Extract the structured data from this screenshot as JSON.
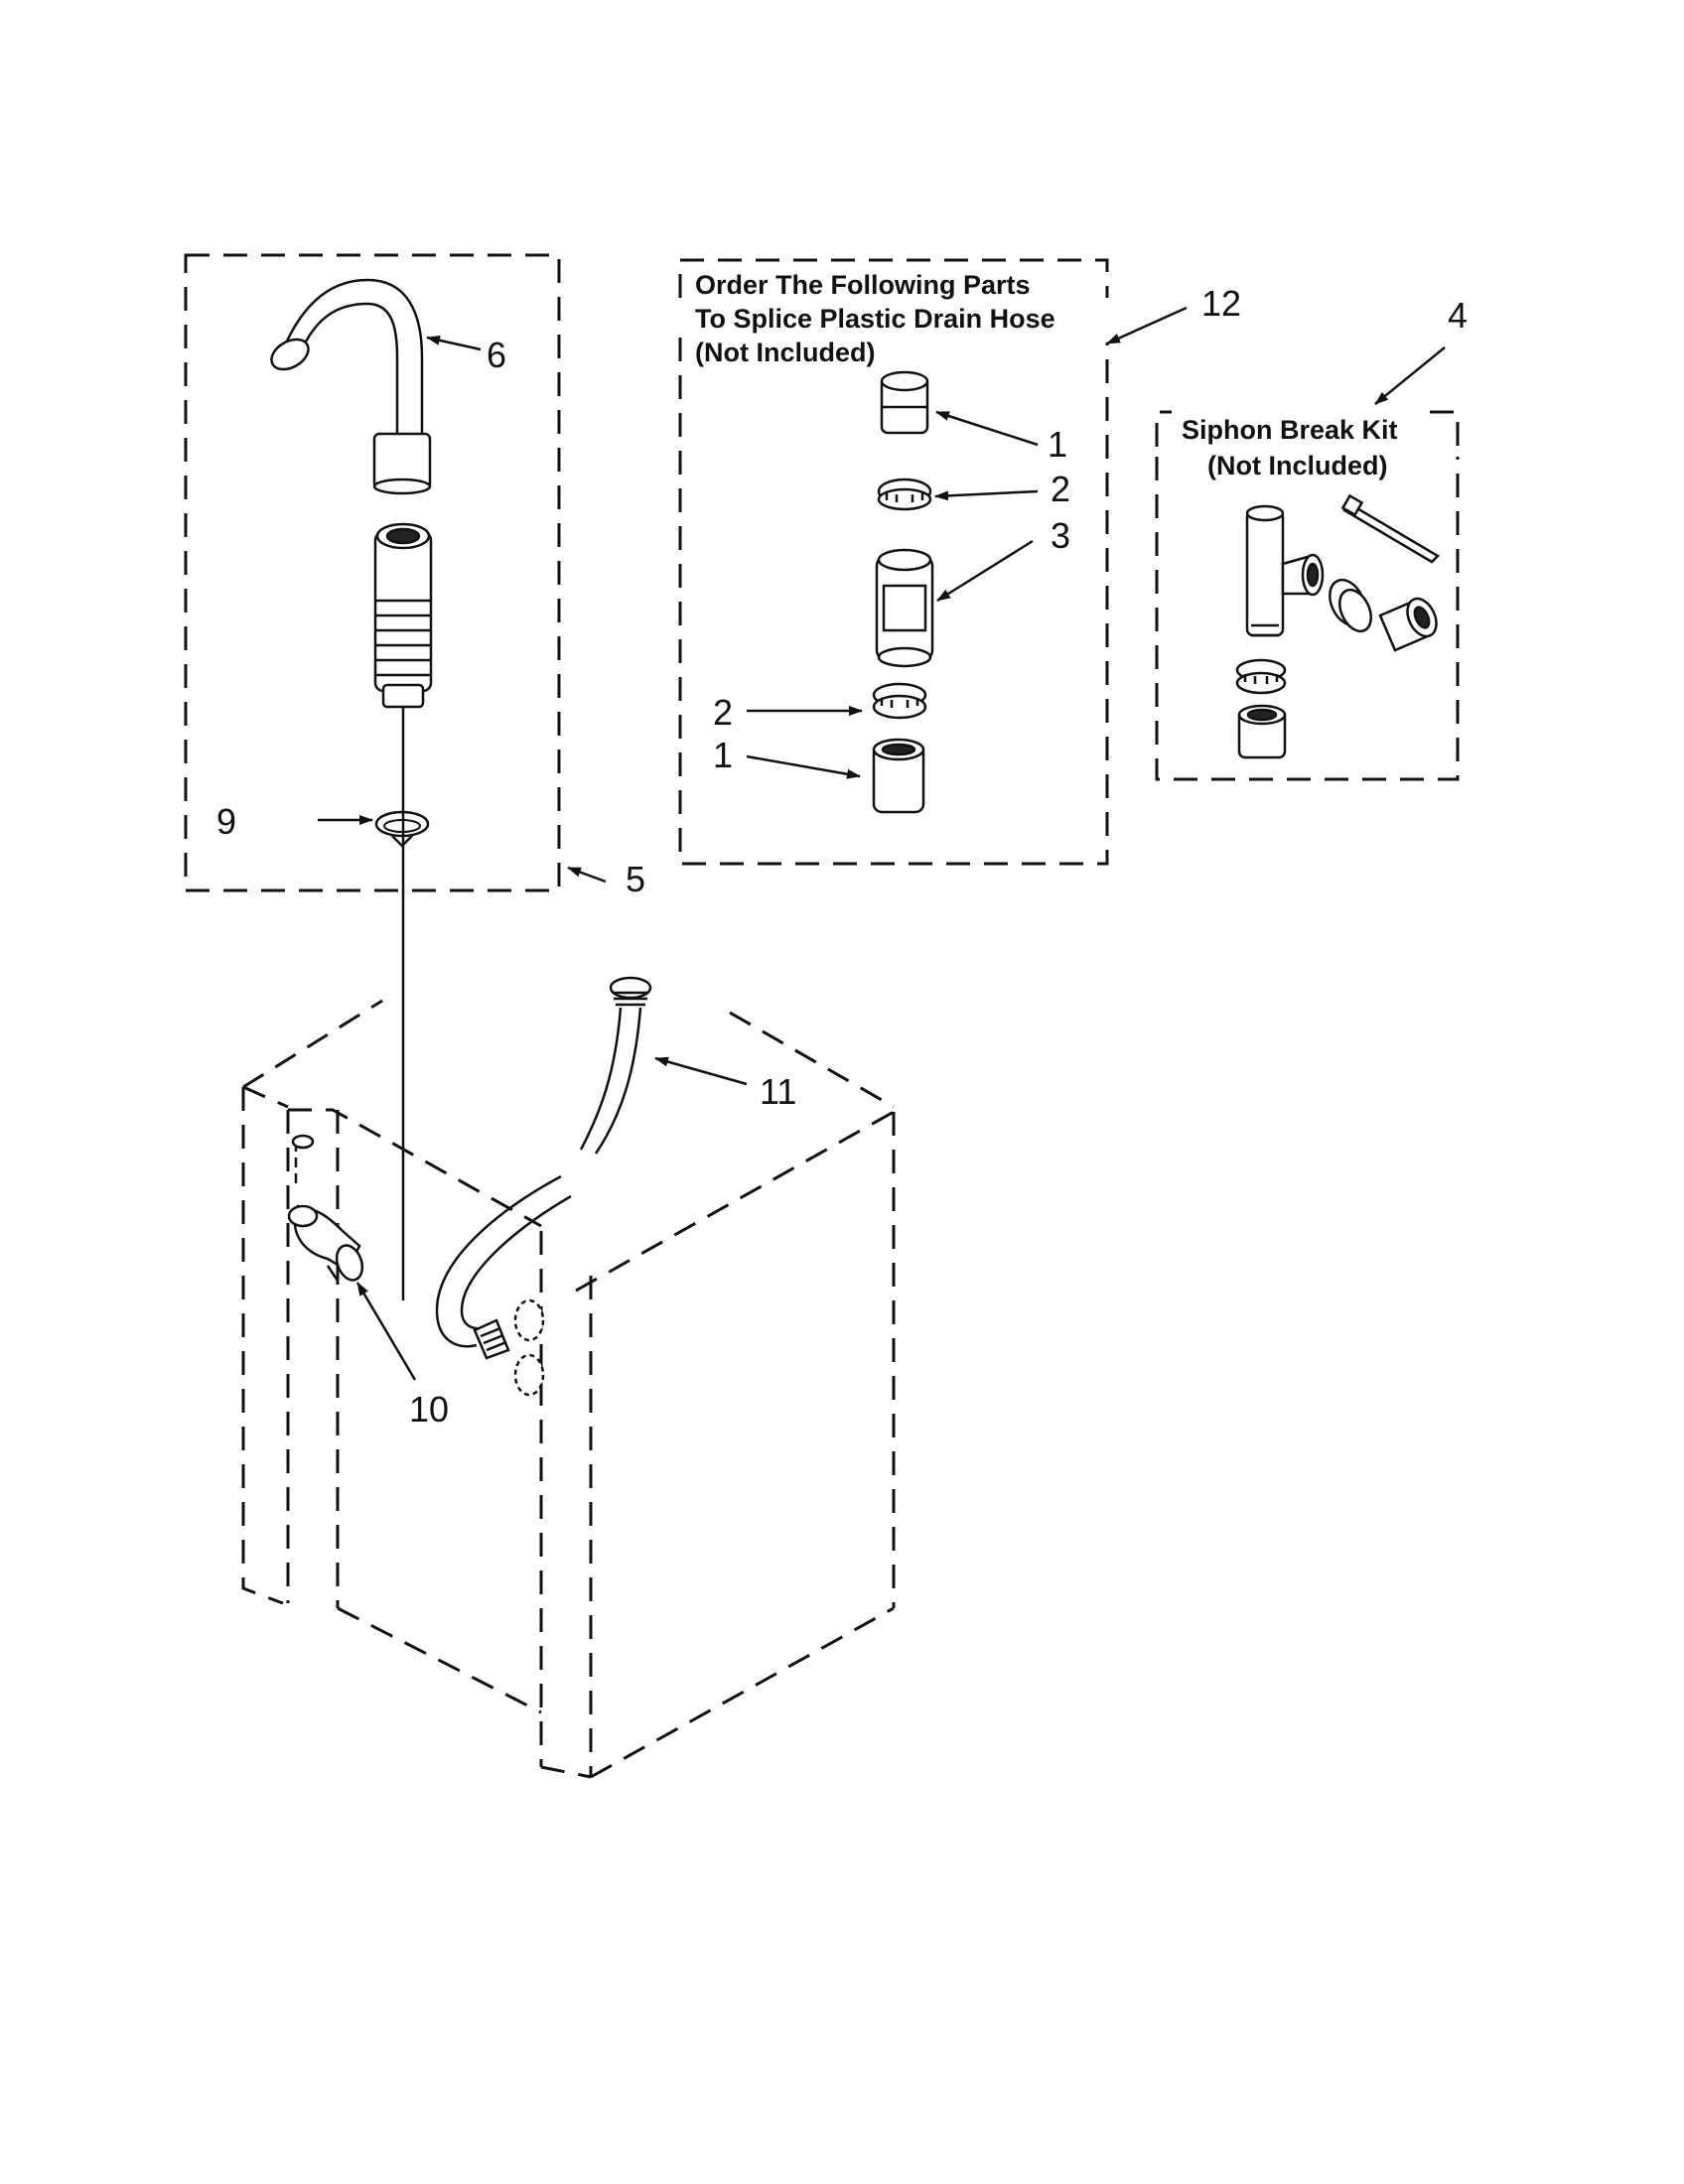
{
  "drain_splice_box": {
    "title_lines": [
      "Order The Following Parts",
      "To Splice Plastic Drain Hose",
      "(Not Included)"
    ]
  },
  "siphon_box": {
    "title_lines": [
      "Siphon Break Kit",
      "(Not Included)"
    ]
  },
  "callouts": {
    "c1_top": "1",
    "c2_top": "2",
    "c3": "3",
    "c2_bottom": "2",
    "c1_bottom": "1",
    "c4": "4",
    "c5": "5",
    "c6": "6",
    "c9": "9",
    "c10": "10",
    "c11": "11",
    "c12": "12"
  }
}
